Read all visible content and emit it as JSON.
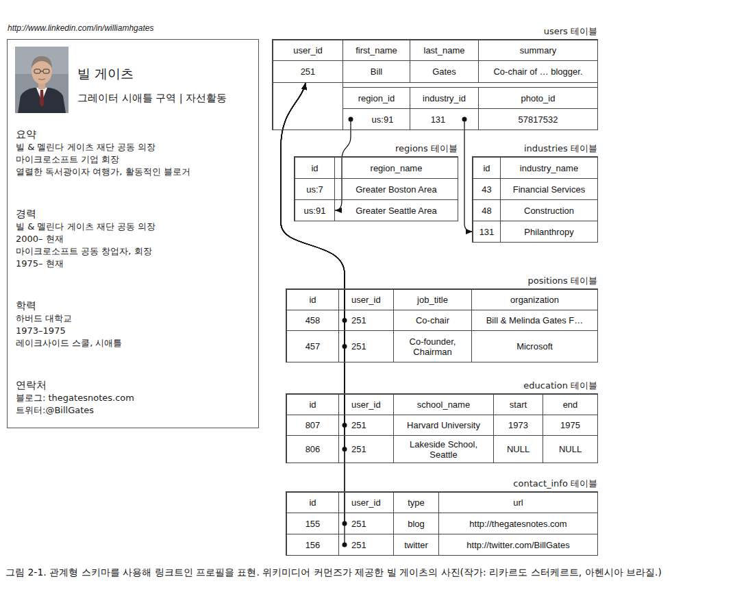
{
  "diagram": {
    "caption": "그림 2-1. 관계형 스키마를 사용해 링크트인 프로필을 표현. 위키미디어 커먼즈가 제공한 빌 게이츠의 사진(작가: 리카르도 스터케르트, 아헨시아 브라질.)",
    "nodes": [
      {
        "text": [
          "http://www.linkedin.com/in/williamhgates",
          "빌 게이츠",
          "그레이터 시애틀 구역 | 자선활동",
          "요약",
          "빌 & 멜린다 게이츠 재단 공동 의장",
          "마이크로소프트 기업 회장",
          "열렬한 독서광이자 여행가, 활동적인 블로거",
          "경력",
          "빌 & 멜린다 게이츠 재단 공동 의장",
          "2000– 현재",
          "마이크로소프트 공동 창업자, 회장",
          "1975– 현재",
          "학력",
          "하버드 대학교",
          "1973–1975",
          "레이크사이드 스쿨, 시애틀",
          "연락처",
          "블로그: thegatesnotes.com",
          "트위터:@BillGates"
        ]
      },
      {
        "text": [
          "users 테이블"
        ]
      },
      {
        "text": [
          "251"
        ],
        "in": 1
      },
      {
        "text": [
          "us:91"
        ],
        "in": 1
      },
      {
        "text": [
          "131"
        ],
        "in": 1
      },
      {
        "text": [
          "regions 테이블"
        ]
      },
      {
        "text": [
          "us:91"
        ],
        "in": 5
      },
      {
        "text": [
          "industries 테이블"
        ]
      },
      {
        "text": [
          "131"
        ],
        "in": 7
      },
      {
        "text": [
          "positions 테이블"
        ]
      },
      {
        "text": [
          "251"
        ],
        "in": 9
      },
      {
        "text": [
          "251"
        ],
        "in": 9
      },
      {
        "text": [
          "education 테이블"
        ]
      },
      {
        "text": [
          "251"
        ],
        "in": 12
      },
      {
        "text": [
          "251"
        ],
        "in": 12
      },
      {
        "text": [
          "contact_info 테이블"
        ]
      },
      {
        "text": [
          "251"
        ],
        "in": 15
      },
      {
        "text": [
          "251"
        ],
        "in": 15
      }
    ],
    "edges": [
      {
        "from": 3,
        "to": 6,
        "arrow": "to"
      },
      {
        "from": 4,
        "to": 8,
        "arrow": "to"
      },
      {
        "from": 10,
        "to": 2,
        "arrow": "to"
      },
      {
        "from": 11,
        "to": 2,
        "arrow": "to"
      },
      {
        "from": 13,
        "to": 2,
        "arrow": "to"
      },
      {
        "from": 14,
        "to": 2,
        "arrow": "to"
      },
      {
        "from": 16,
        "to": 2,
        "arrow": "to"
      },
      {
        "from": 17,
        "to": 2,
        "arrow": "to"
      }
    ],
    "labels": [
      "user_id",
      "first_name",
      "last_name",
      "summary",
      "Bill",
      "Gates",
      "Co-chair of … blogger.",
      "region_id",
      "industry_id",
      "photo_id",
      "57817532",
      "id",
      "region_name",
      "us:7",
      "Greater Boston Area",
      "Greater Seattle Area",
      "id",
      "industry_name",
      "43",
      "Financial Services",
      "48",
      "Construction",
      "Philanthropy",
      "id",
      "user_id",
      "job_title",
      "organization",
      "458",
      "Co-chair",
      "Bill & Melinda Gates F…",
      "457",
      "Co-founder, Chairman",
      "Microsoft",
      "id",
      "user_id",
      "school_name",
      "start",
      "end",
      "807",
      "Harvard University",
      "1973",
      "1975",
      "806",
      "Lakeside School, Seattle",
      "NULL",
      "NULL",
      "id",
      "user_id",
      "type",
      "url",
      "155",
      "blog",
      "http://thegatesnotes.com",
      "156",
      "twitter",
      "http://twitter.com/BillGates"
    ]
  }
}
